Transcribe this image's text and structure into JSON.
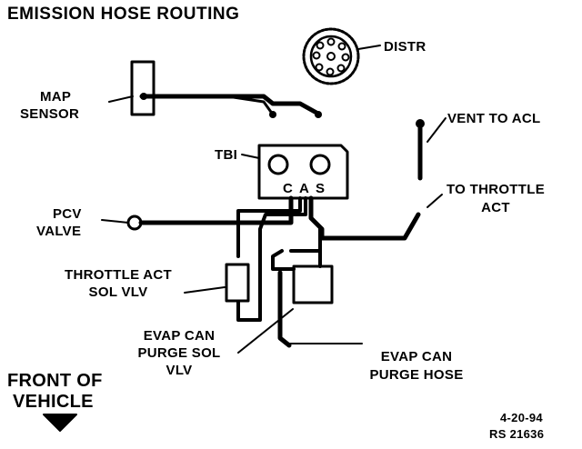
{
  "title": "EMISSION HOSE ROUTING",
  "labels": {
    "distr": "DISTR",
    "map_sensor": [
      "MAP",
      "SENSOR"
    ],
    "vent_to_acl": "VENT TO ACL",
    "tbi": "TBI",
    "ports": [
      "C",
      "A",
      "S"
    ],
    "to_throttle_act": [
      "TO THROTTLE",
      "ACT"
    ],
    "pcv_valve": [
      "PCV",
      "VALVE"
    ],
    "throttle_act_sol_vlv": [
      "THROTTLE ACT",
      "SOL VLV"
    ],
    "evap_can_purge_sol_vlv": [
      "EVAP CAN",
      "PURGE SOL",
      "VLV"
    ],
    "evap_can_purge_hose": [
      "EVAP CAN",
      "PURGE HOSE"
    ],
    "front_of_vehicle": [
      "FRONT OF",
      "VEHICLE"
    ]
  },
  "footer": {
    "date": "4-20-94",
    "ref": "RS 21636"
  },
  "colors": {
    "ink": "#000000",
    "background": "#ffffff"
  }
}
